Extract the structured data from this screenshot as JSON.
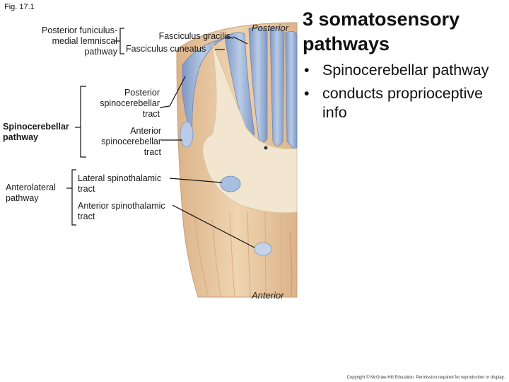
{
  "figure_label": "Fig. 17.1",
  "title": "3 somatosensory pathways",
  "bullets": [
    "Spinocerebellar pathway",
    "conducts proprioceptive info"
  ],
  "orientation": {
    "top": "Posterior",
    "bottom": "Anterior"
  },
  "groups": {
    "posterior_funiculus": "Posterior funiculus-medial lemniscal pathway",
    "spinocerebellar": "Spinocerebellar pathway",
    "anterolateral": "Anterolateral pathway"
  },
  "tracts": {
    "fasciculus_gracilis": "Fasciculus gracilis",
    "fasciculus_cuneatus": "Fasciculus cuneatus",
    "posterior_spinocerebellar": "Posterior spinocerebellar tract",
    "anterior_spinocerebellar": "Anterior spinocerebellar tract",
    "lateral_spinothalamic": "Lateral spinothalamic tract",
    "anterior_spinothalamic": "Anterior spinothalamic tract"
  },
  "copyright": "Copyright © McGraw-Hill Education. Permission required for reproduction or display.",
  "colors": {
    "white_matter": "#e9cba4",
    "gray_matter": "#f1e6d0",
    "tract_blue": "#8fa8cf",
    "tract_light_blue": "#b9cbe6",
    "background": "#ffffff"
  }
}
